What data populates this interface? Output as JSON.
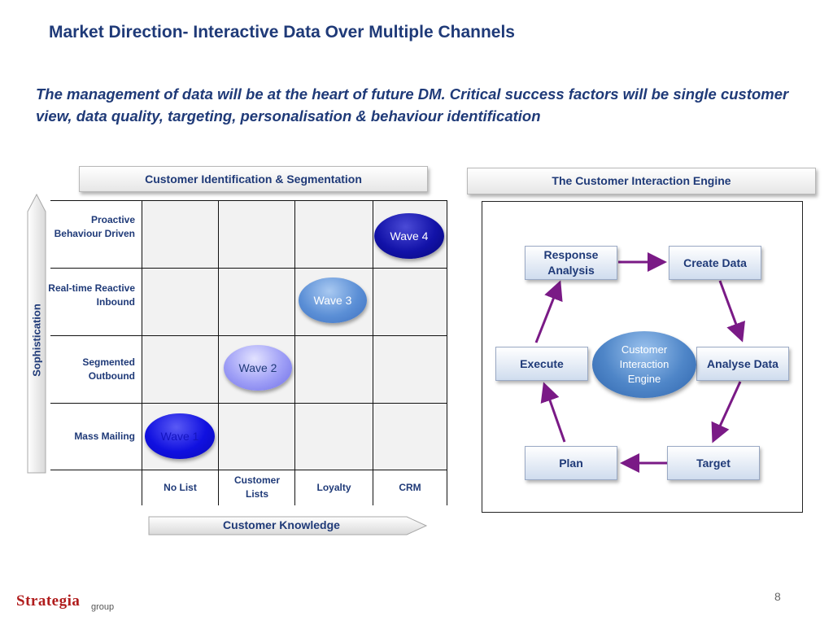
{
  "slide": {
    "title": "Market Direction- Interactive  Data Over Multiple Channels",
    "subtitle": "The management of data will be at the heart of future DM. Critical success factors will be single customer view, data quality, targeting, personalisation & behaviour identification",
    "page_number": "8"
  },
  "segmentation": {
    "header": "Customer Identification & Segmentation",
    "y_axis_label": "Sophistication",
    "x_axis_label": "Customer Knowledge",
    "rows": [
      {
        "label": "Proactive Behaviour Driven"
      },
      {
        "label": "Real-time Reactive Inbound"
      },
      {
        "label": "Segmented Outbound"
      },
      {
        "label": "Mass Mailing"
      }
    ],
    "columns": [
      {
        "label": "No List"
      },
      {
        "label": "Customer Lists"
      },
      {
        "label": "Loyalty"
      },
      {
        "label": "CRM"
      }
    ],
    "waves": [
      {
        "label": "Wave 1",
        "row": "Mass Mailing",
        "column": "No List",
        "fill": "#1010e0",
        "text_color": "#1010c8"
      },
      {
        "label": "Wave 2",
        "row": "Segmented Outbound",
        "column": "Customer Lists",
        "fill": "#8f8ff4",
        "text_color": "#1f3a78"
      },
      {
        "label": "Wave 3",
        "row": "Real-time Reactive Inbound",
        "column": "Loyalty",
        "fill": "#5b8fd6",
        "text_color": "#ffffff"
      },
      {
        "label": "Wave 4",
        "row": "Proactive Behaviour Driven",
        "column": "CRM",
        "fill": "#1212a8",
        "text_color": "#ffffff"
      }
    ]
  },
  "engine": {
    "header": "The Customer Interaction Engine",
    "center": "Customer Interaction Engine",
    "steps": {
      "response_analysis": "Response Analysis",
      "create_data": "Create Data",
      "analyse_data": "Analyse Data",
      "target": "Target",
      "plan": "Plan",
      "execute": "Execute"
    },
    "arrow_color": "#7a1a86",
    "flow": [
      "Response Analysis",
      "Create Data",
      "Analyse Data",
      "Target",
      "Plan",
      "Execute"
    ]
  },
  "logo": {
    "name": "Strategia",
    "sub": "group",
    "color": "#b01c1c"
  }
}
